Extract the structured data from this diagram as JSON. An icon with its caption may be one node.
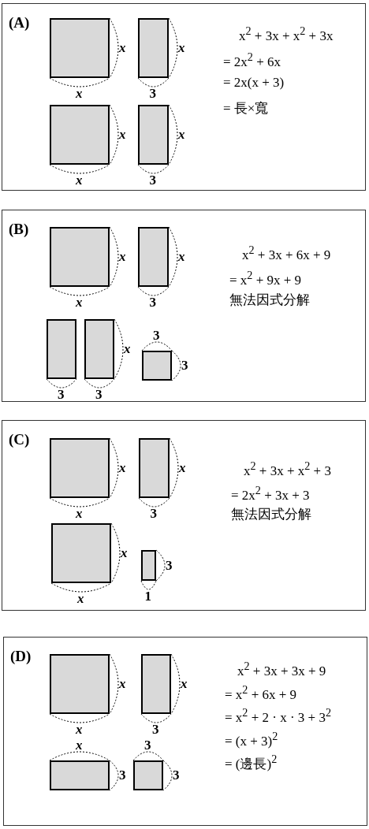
{
  "diagram": {
    "nodes": [
      {
        "text": [
          "(A)",
          "x$^{2}$ + 3x + x$^{2}$ + 3x",
          "= 2x$^{2}$ + 6x",
          "= 2x(x + 3)",
          "= 長×寬"
        ]
      },
      {
        "text": [],
        "shape": "box",
        "in": 0,
        "beside": [
          "x",
          "x"
        ]
      },
      {
        "text": [],
        "shape": "box",
        "in": 0,
        "beside": [
          "x",
          "3"
        ]
      },
      {
        "text": [],
        "shape": "box",
        "in": 0,
        "beside": [
          "x",
          "x"
        ]
      },
      {
        "text": [],
        "shape": "box",
        "in": 0,
        "beside": [
          "x",
          "3"
        ]
      },
      {
        "text": [
          "(B)",
          "x$^{2}$ + 3x + 6x + 9",
          "= x$^{2}$ + 9x + 9",
          "無法因式分解"
        ]
      },
      {
        "text": [],
        "shape": "box",
        "in": 5,
        "beside": [
          "x",
          "x"
        ]
      },
      {
        "text": [],
        "shape": "box",
        "in": 5,
        "beside": [
          "x",
          "3"
        ]
      },
      {
        "text": [],
        "shape": "box",
        "in": 5,
        "beside": [
          "3"
        ]
      },
      {
        "text": [],
        "shape": "box",
        "in": 5,
        "beside": [
          "x",
          "3"
        ]
      },
      {
        "text": [],
        "shape": "box",
        "in": 5,
        "beside": [
          "3",
          "3"
        ]
      },
      {
        "text": [
          "(C)",
          "x$^{2}$ + 3x + x$^{2}$ + 3",
          "= 2x$^{2}$ + 3x + 3",
          "無法因式分解"
        ]
      },
      {
        "text": [],
        "shape": "box",
        "in": 11,
        "beside": [
          "x",
          "x"
        ]
      },
      {
        "text": [],
        "shape": "box",
        "in": 11,
        "beside": [
          "x",
          "3"
        ]
      },
      {
        "text": [],
        "shape": "box",
        "in": 11,
        "beside": [
          "x",
          "x"
        ]
      },
      {
        "text": [],
        "shape": "box",
        "in": 11,
        "beside": [
          "3",
          "1"
        ]
      },
      {
        "text": [
          "(D)",
          "x$^{2}$ + 3x + 3x + 9",
          "= x$^{2}$ + 6x + 9",
          "= x$^{2}$ + 2 · x · 3 + 3$^{2}$",
          "= (x + 3)$^{2}$",
          "= (邊長)$^{2}$"
        ]
      },
      {
        "text": [],
        "shape": "box",
        "in": 16,
        "beside": [
          "x",
          "x"
        ]
      },
      {
        "text": [],
        "shape": "box",
        "in": 16,
        "beside": [
          "x",
          "3"
        ]
      },
      {
        "text": [],
        "shape": "box",
        "in": 16,
        "beside": [
          "x",
          "3"
        ]
      },
      {
        "text": [],
        "shape": "box",
        "in": 16,
        "beside": [
          "3",
          "3"
        ]
      }
    ],
    "edges": []
  }
}
